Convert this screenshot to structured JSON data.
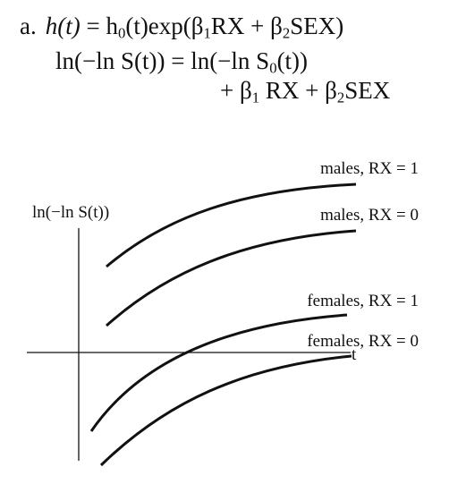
{
  "equations": {
    "label": "a.",
    "line1": {
      "h": "h",
      "of_t": "(t)",
      "equals": " = h",
      "zero": "0",
      "exp_part": "(t)exp(β",
      "b1": "1",
      "rx_plus": "RX + β",
      "b2": "2",
      "sex_close": "SEX)"
    },
    "line2": {
      "left": "ln(−ln S(t)) = ln(−ln S",
      "zero": "0",
      "right": "(t))"
    },
    "line3": {
      "part1": "+ β",
      "b1": "1",
      "part2": " RX + β",
      "b2": "2",
      "part3": "SEX"
    }
  },
  "diagram": {
    "y_axis_label": "ln(−ln S(t))",
    "x_axis_label": "t",
    "curves": [
      {
        "label": "males, RX = 1"
      },
      {
        "label": "males, RX = 0"
      },
      {
        "label": "females, RX = 1"
      },
      {
        "label": "females, RX = 0"
      }
    ]
  }
}
